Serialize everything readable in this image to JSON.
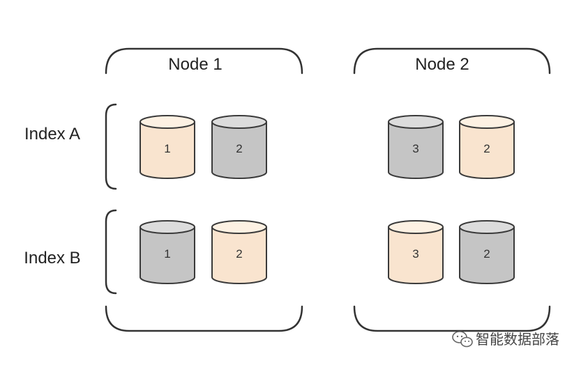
{
  "nodes": [
    {
      "label": "Node 1",
      "indexes": [
        {
          "shards": [
            {
              "label": "1",
              "role": "primary"
            },
            {
              "label": "2",
              "role": "replica"
            }
          ]
        },
        {
          "shards": [
            {
              "label": "1",
              "role": "replica"
            },
            {
              "label": "2",
              "role": "primary"
            }
          ]
        }
      ]
    },
    {
      "label": "Node 2",
      "indexes": [
        {
          "shards": [
            {
              "label": "3",
              "role": "replica"
            },
            {
              "label": "2",
              "role": "primary"
            }
          ]
        },
        {
          "shards": [
            {
              "label": "3",
              "role": "primary"
            },
            {
              "label": "2",
              "role": "replica"
            }
          ]
        }
      ]
    }
  ],
  "index_labels": [
    "Index A",
    "Index B"
  ],
  "colors": {
    "primary_fill": "#f9e4cf",
    "primary_top": "#fdf1e3",
    "replica_fill": "#c5c5c5",
    "replica_top": "#dcdcdc",
    "outline": "#3a3a3a"
  },
  "watermark": {
    "text": "智能数据部落",
    "icon": "wechat-icon"
  }
}
